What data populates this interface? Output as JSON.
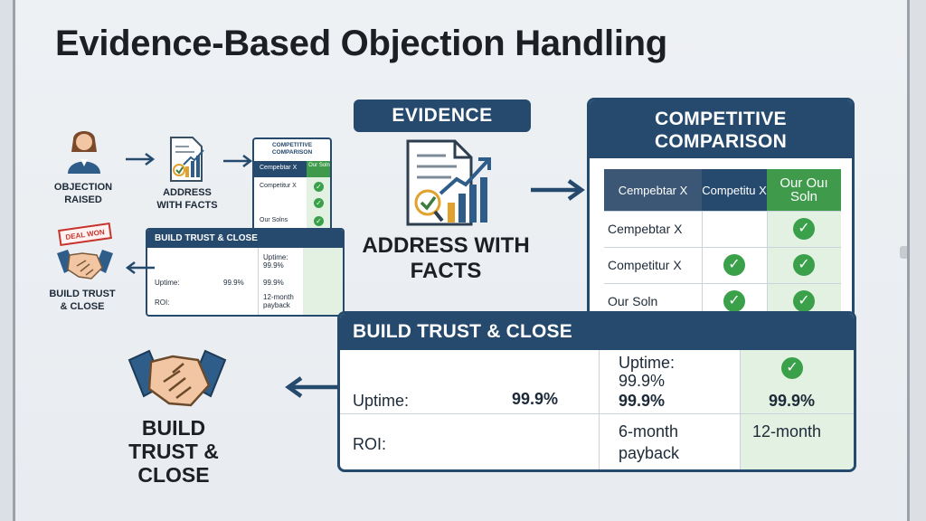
{
  "title": "Evidence-Based Objection Handling",
  "flow_small": {
    "objection_label": "OBJECTION RAISED",
    "address_label": "ADDRESS WITH FACTS",
    "build_label": "BUILD TRUST & CLOSE",
    "deal_stamp": "DEAL WON"
  },
  "mini_comparison": {
    "header": "COMPETITIVE COMPARISON",
    "rows": [
      "Cempebtar X",
      "Competitur X",
      "Our Solns"
    ],
    "col_header": "Our Soln"
  },
  "mini_trust": {
    "header": "BUILD TRUST & CLOSE",
    "uptime_note": "Uptime: 99.9%",
    "uptime_label": "Uptime:",
    "uptime_value": "99.9%",
    "uptime_value2": "99.9%",
    "roi_label": "ROI:",
    "roi_value": "12-month payback"
  },
  "evidence": {
    "header": "EVIDENCE",
    "label": "ADDRESS WITH FACTS"
  },
  "comparison": {
    "header": "COMPETITIVE COMPARISON",
    "columns": [
      "Cempebtar X",
      "Competitu X",
      "Our Ouı Soln"
    ],
    "rows": [
      {
        "label": "Cempebtar X",
        "competitor": false,
        "ours": true
      },
      {
        "label": "Competitur X",
        "competitor": true,
        "ours": true
      },
      {
        "label": "Our Soln",
        "competitor": true,
        "ours": true
      }
    ]
  },
  "trust": {
    "header": "BUILD TRUST & CLOSE",
    "uptime_note": "Uptime: 99.9%",
    "uptime_label": "Uptime:",
    "uptime_value": "99.9%",
    "uptime_competitor": "99.9%",
    "uptime_ours": "99.9%",
    "roi_label": "ROI:",
    "roi_competitor": "6-month payback",
    "roi_ours": "12-month"
  },
  "build_label": "BUILD TRUST & CLOSE",
  "colors": {
    "navy": "#264a6e",
    "check_green": "#3aa04a",
    "highlight_green": "#e3f1e3",
    "header_green": "#3f9b4b"
  }
}
